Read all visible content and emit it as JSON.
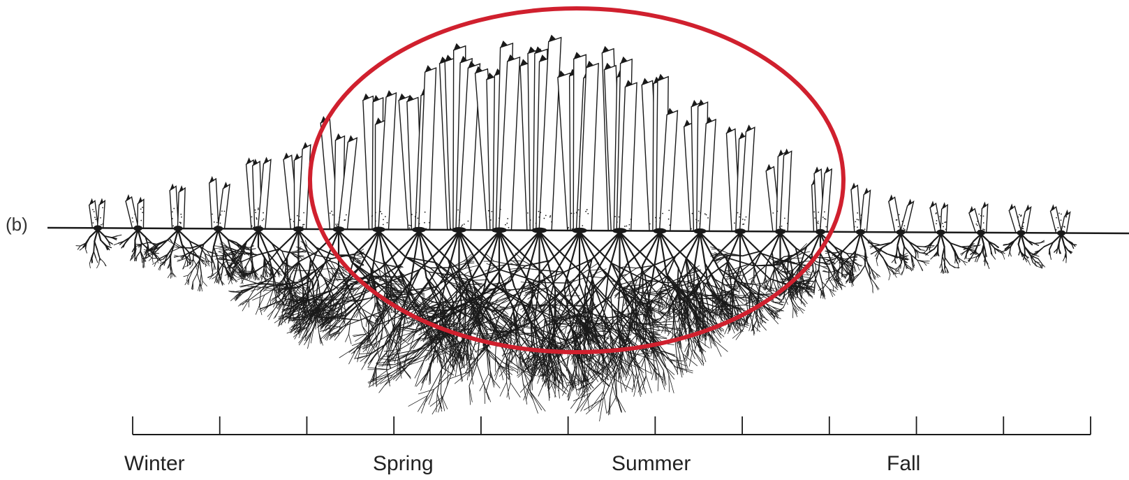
{
  "panel_label": "(b)",
  "seasons": [
    "Winter",
    "Spring",
    "Summer",
    "Fall"
  ],
  "colors": {
    "ink": "#1a1a1a",
    "highlight_ellipse": "#d0202e",
    "background": "#ffffff"
  },
  "plant_count": 25,
  "timeline_segments": 11
}
